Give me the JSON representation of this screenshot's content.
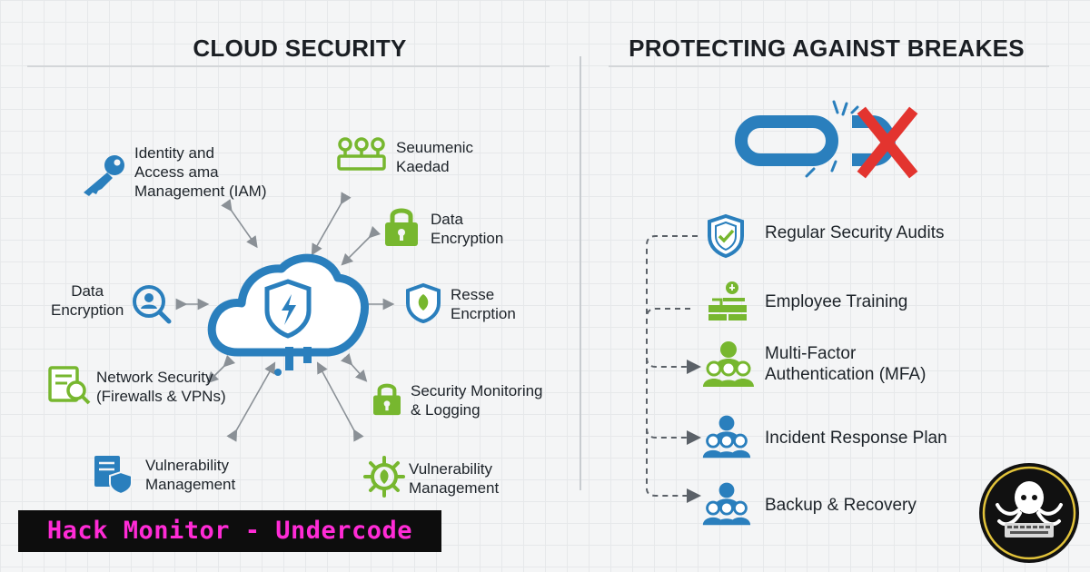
{
  "left_panel": {
    "title": "CLOUD SECURITY",
    "items": [
      {
        "lines": [
          "Identity and",
          "Access ama",
          "Management (IAM)"
        ],
        "icon": "key-icon"
      },
      {
        "lines": [
          "Seuumenic",
          "Kaedad"
        ],
        "icon": "network-icon"
      },
      {
        "lines": [
          "Data",
          "Encryption"
        ],
        "icon": "padlock-icon"
      },
      {
        "lines": [
          "Data",
          "Encryption"
        ],
        "icon": "magnifier-icon"
      },
      {
        "lines": [
          "Resse",
          "Encrption"
        ],
        "icon": "shield-icon"
      },
      {
        "lines": [
          "Network Security",
          "(Firewalls & VPNs)"
        ],
        "icon": "firewall-icon"
      },
      {
        "lines": [
          "Security Monitoring",
          "& Logging"
        ],
        "icon": "padlock-icon"
      },
      {
        "lines": [
          "Vulnerability",
          "Management"
        ],
        "icon": "document-shield-icon"
      },
      {
        "lines": [
          "Vulnerability",
          "Management"
        ],
        "icon": "virus-gear-icon"
      }
    ],
    "center_icon": "cloud-shield-icon"
  },
  "right_panel": {
    "title": "PROTECTING AGAINST BREAKES",
    "top_icon": "broken-chain-icon",
    "steps": [
      {
        "label": "Regular Security Audits",
        "icon": "shield-check-icon"
      },
      {
        "label": "Employee Training",
        "icon": "training-icon"
      },
      {
        "label": "Multi-Factor Authentication (MFA)",
        "lines": [
          "Multi-Factor",
          "Authentication (MFA)"
        ],
        "icon": "users-icon"
      },
      {
        "label": "Incident Response Plan",
        "icon": "team-icon"
      },
      {
        "label": "Backup & Recovery",
        "icon": "team-icon"
      }
    ]
  },
  "banner": {
    "text": "Hack Monitor - Undercode"
  },
  "logo": {
    "icon": "octopus-logo-icon"
  },
  "colors": {
    "blue": "#2a7fbd",
    "green": "#77b72f",
    "red": "#e3342f",
    "banner_text": "#ff2bd6"
  }
}
